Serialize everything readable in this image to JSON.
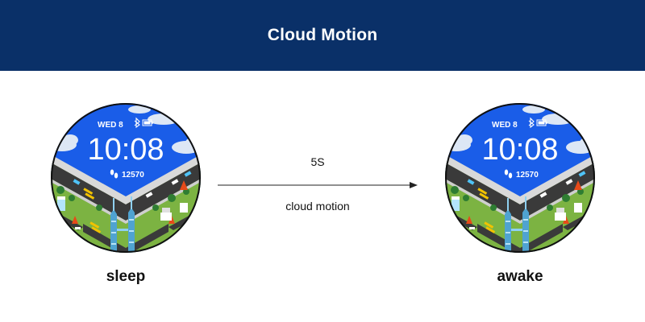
{
  "header": {
    "title": "Cloud Motion"
  },
  "transition": {
    "duration_label": "5S",
    "description": "cloud motion"
  },
  "watch_faces": [
    {
      "state_label": "sleep",
      "date": "WED 8",
      "time": "10:08",
      "steps": "12570"
    },
    {
      "state_label": "awake",
      "date": "WED 8",
      "time": "10:08",
      "steps": "12570"
    }
  ],
  "colors": {
    "header_bg": "#0a3068",
    "sky": "#1a5de8",
    "cloud": "#dde7f5",
    "road": "#3a3a3a",
    "grass": "#7cb342"
  }
}
